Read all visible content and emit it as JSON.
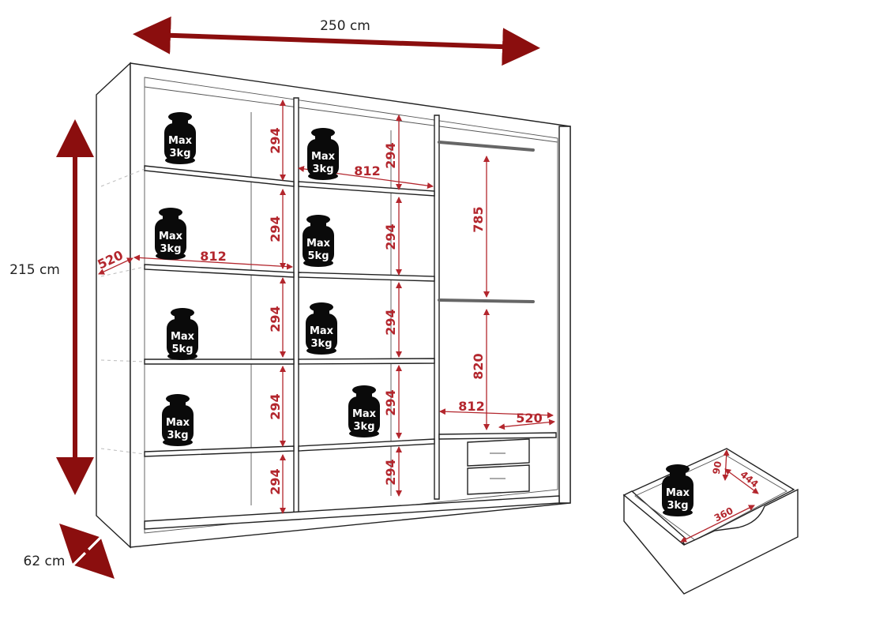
{
  "overall": {
    "width_label": "250 cm",
    "height_label": "215 cm",
    "depth_label": "62 cm"
  },
  "weights": {
    "max_label": "Max",
    "load_3": "3kg",
    "load_5": "5kg",
    "drawer_max_label": "Max",
    "drawer_load": "3kg"
  },
  "dimensions": {
    "shelf_height": "294",
    "shelf_width": "812",
    "depth_left": "520",
    "hang_upper": "785",
    "hang_lower": "820",
    "bottom_width": "812",
    "bottom_depth": "520"
  },
  "drawer": {
    "height": "90",
    "depth": "444",
    "width": "360"
  },
  "colors": {
    "arrow_main": "#8b0e0e",
    "dimension": "#b3262d",
    "weight_icon": "#0a0a0a"
  }
}
